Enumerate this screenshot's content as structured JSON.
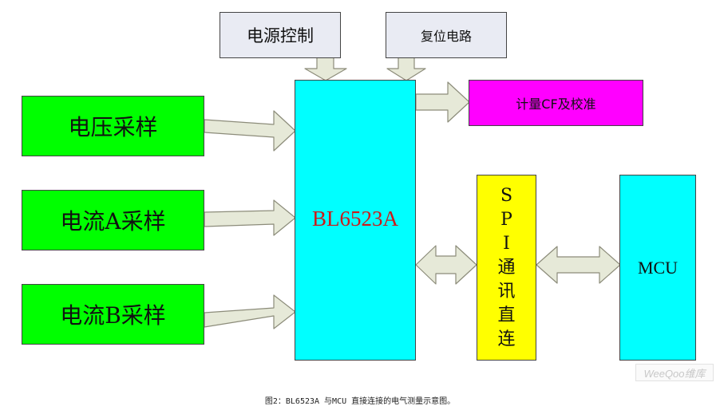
{
  "blocks": {
    "voltage": "电压采样",
    "current_a": "电流A采样",
    "current_b": "电流B采样",
    "power_control": "电源控制",
    "reset": "复位电路",
    "chip": "BL6523A",
    "metering": "计量CF及校准",
    "spi_chars": [
      "S",
      "P",
      "I",
      "通",
      "讯",
      "直",
      "连"
    ],
    "mcu": "MCU"
  },
  "caption": "图2：BL6523A 与MCU 直接连接的电气测量示意图。",
  "watermark": "WeeQoo维库",
  "colors": {
    "sample_fill": "#00ff00",
    "chip_fill": "#00ffff",
    "chip_text": "#cc1a1a",
    "spi_fill": "#ffff00",
    "metering_fill": "#ff00ff",
    "top_box_fill": "#e9ebf3",
    "arrow_fill": "#e6e9d8",
    "arrow_stroke": "#8c8c7a"
  }
}
